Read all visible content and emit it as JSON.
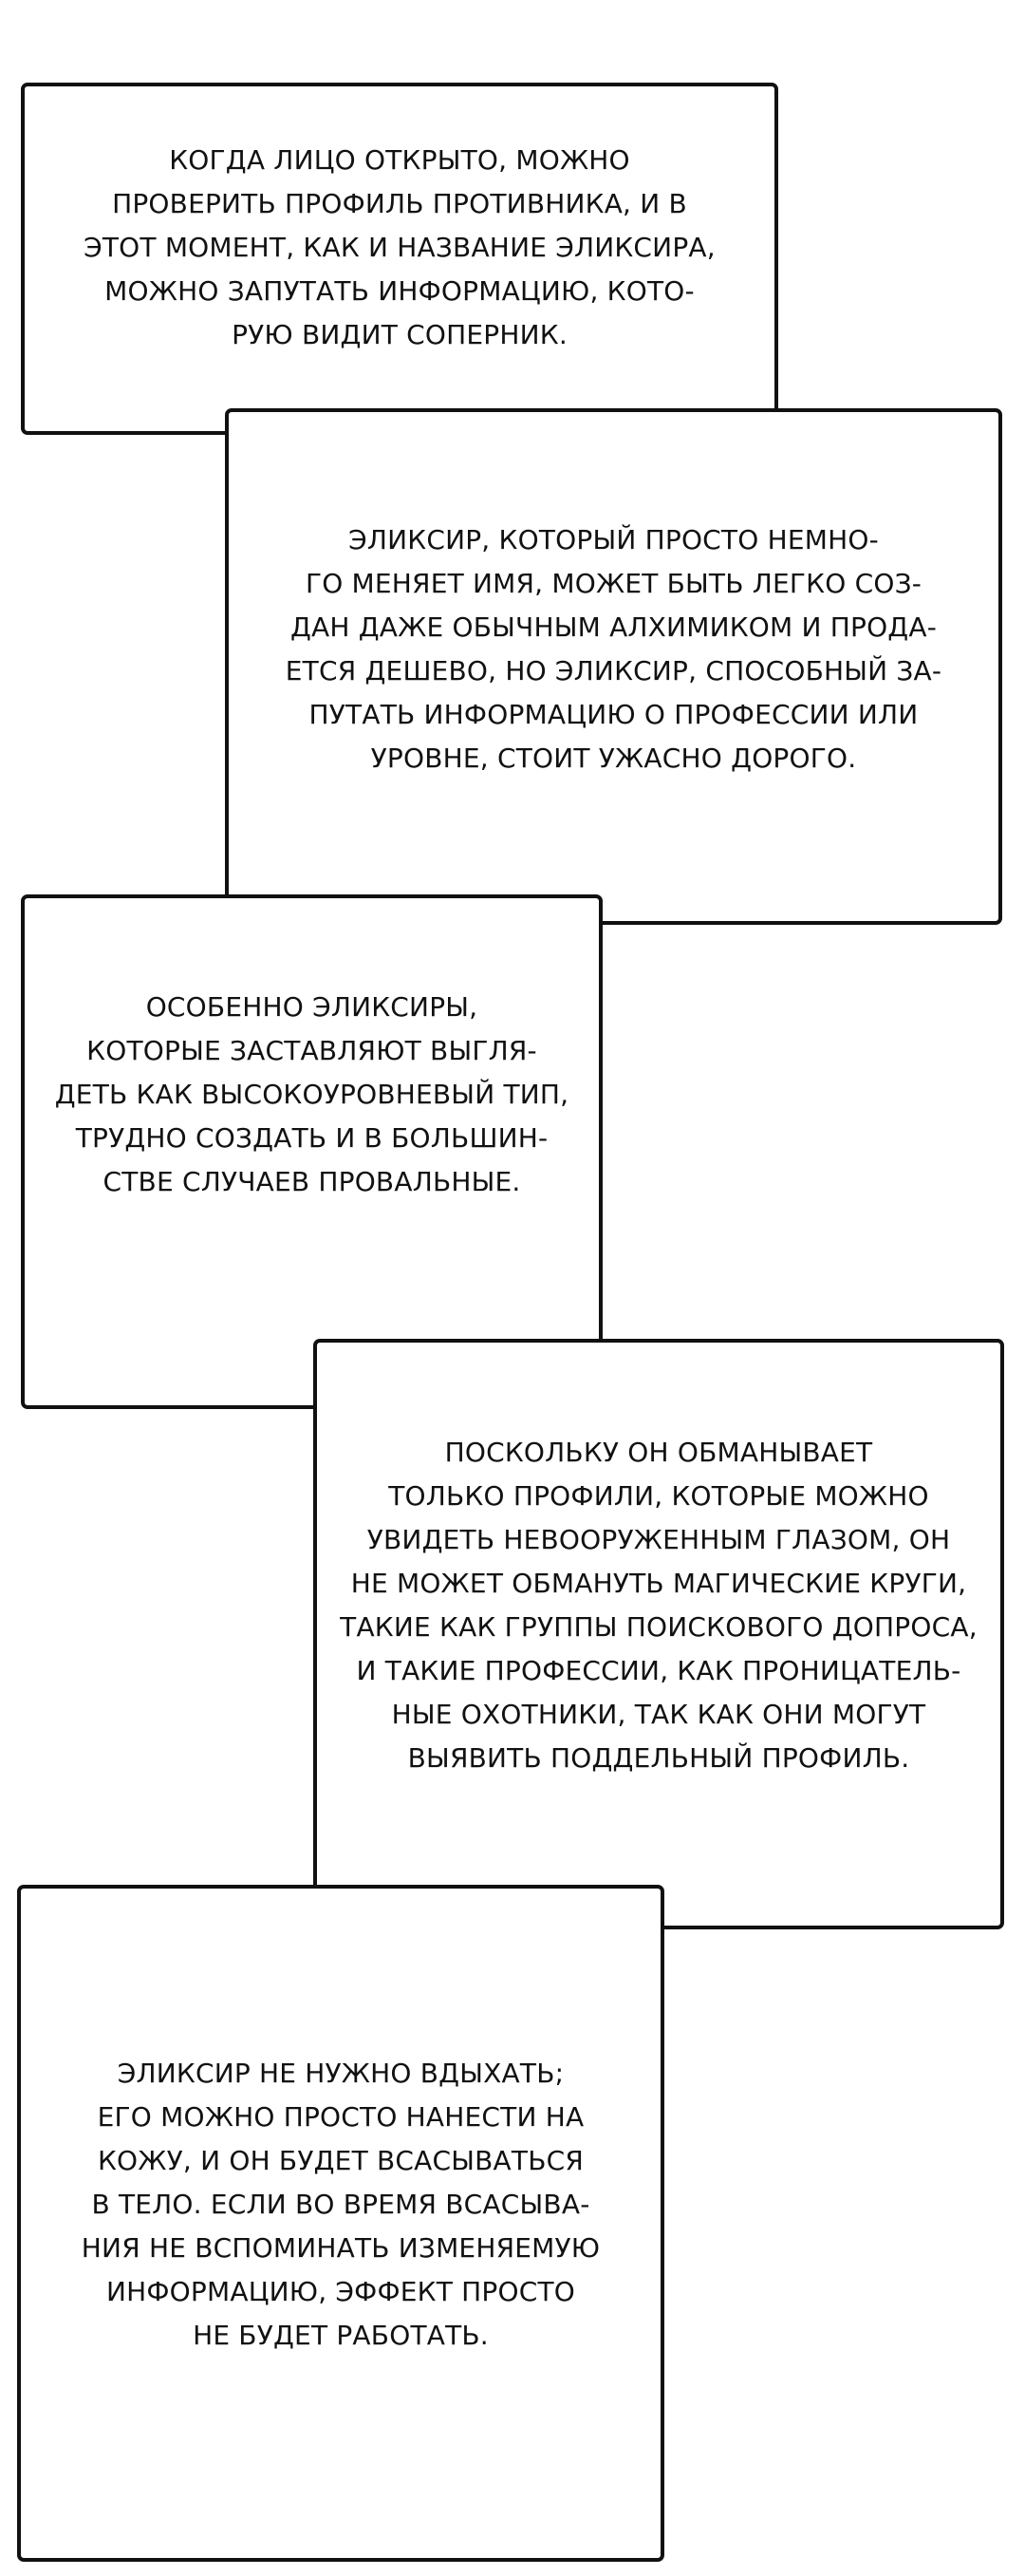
{
  "panels": [
    {
      "lines": [
        "Когда лицо открыто, можно",
        "проверить профиль противника, и в",
        "этот момент, как и название эликсира,",
        "можно запутать информацию, кото-",
        "рую видит соперник."
      ]
    },
    {
      "lines": [
        "Эликсир, который просто немно-",
        "го меняет имя, может быть легко соз-",
        "дан даже обычным алхимиком и прода-",
        "ется дешево, но эликсир, способный за-",
        "путать информацию о профессии или",
        "уровне, стоит ужасно дорого."
      ]
    },
    {
      "lines": [
        "Особенно эликсиры,",
        "которые заставляют выгля-",
        "деть как высокоуровневый тип,",
        "трудно создать и в большин-",
        "стве случаев провальные."
      ]
    },
    {
      "lines": [
        "Поскольку он обманывает",
        "только профили, которые можно",
        "увидеть невооруженным глазом, он",
        "не может обмануть магические круги,",
        "такие как группы поискового допроса,",
        "и такие профессии, как проницатель-",
        "ные охотники, так как они могут",
        "выявить поддельный профиль."
      ]
    },
    {
      "lines": [
        "Эликсир не нужно вдыхать;",
        "его можно просто нанести на",
        "кожу, и он будет всасываться",
        "в тело. Если во время всасыва-",
        "ния не вспоминать изменяемую",
        "информацию, эффект просто",
        "не будет работать."
      ]
    }
  ]
}
